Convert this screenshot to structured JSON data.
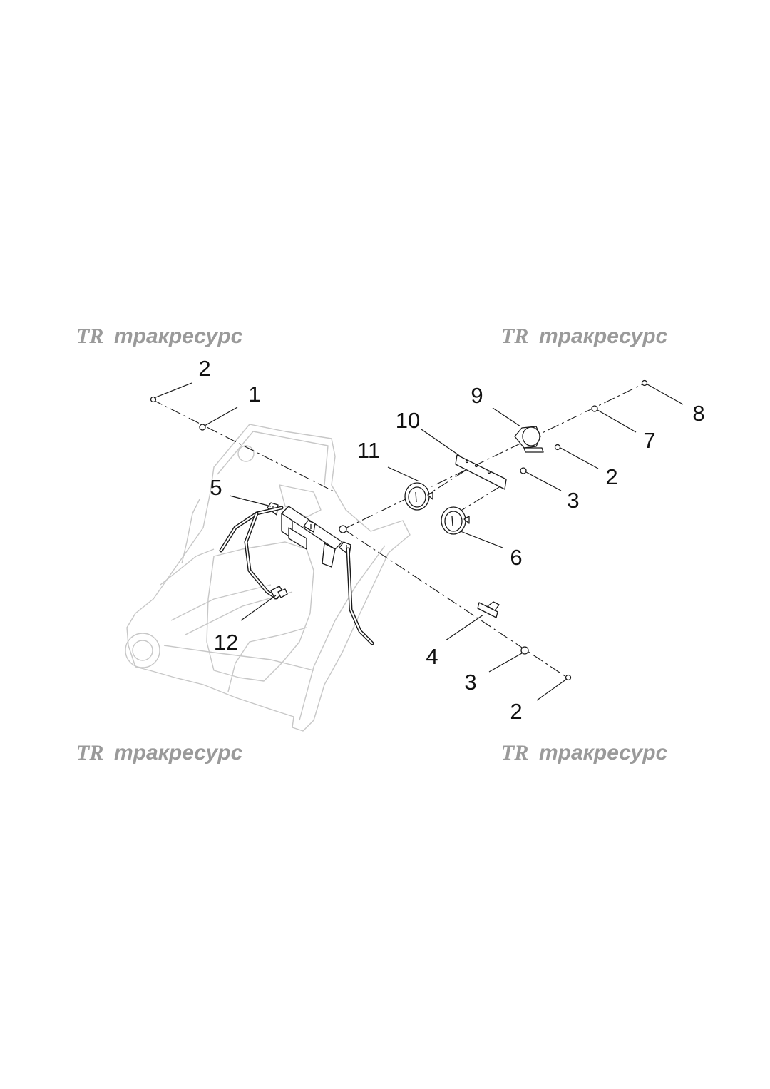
{
  "watermarks": [
    {
      "logo": "TR",
      "text": "тракресурс"
    },
    {
      "logo": "TR",
      "text": "тракресурс"
    },
    {
      "logo": "TR",
      "text": "тракресурс"
    },
    {
      "logo": "TR",
      "text": "тракресурс"
    }
  ],
  "callouts": [
    "2",
    "1",
    "9",
    "8",
    "10",
    "7",
    "11",
    "2",
    "5",
    "3",
    "6",
    "12",
    "4",
    "3",
    "2"
  ]
}
